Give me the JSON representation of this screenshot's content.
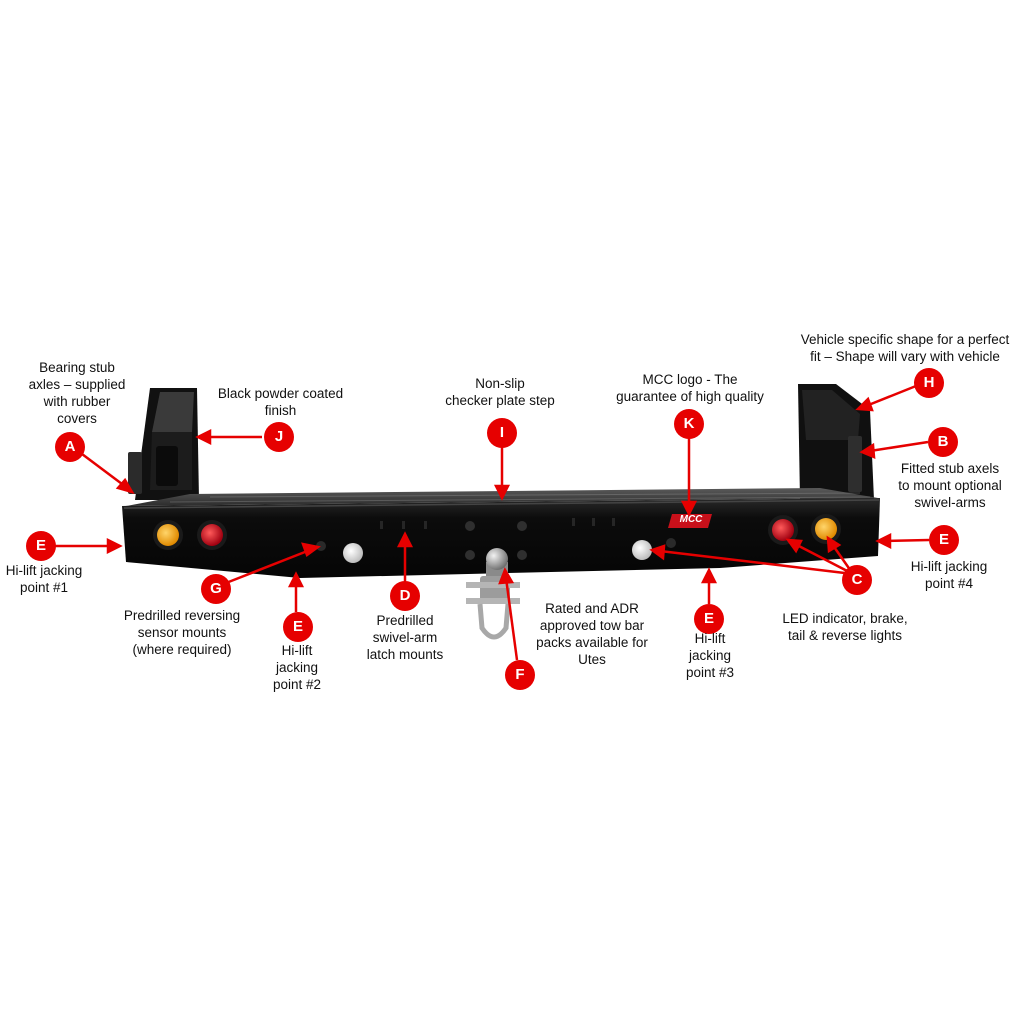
{
  "callouts": {
    "A": {
      "letter": "A",
      "text": "Bearing stub\naxles – supplied\nwith rubber\ncovers"
    },
    "J": {
      "letter": "J",
      "text": "Black powder coated\nfinish"
    },
    "I": {
      "letter": "I",
      "text": "Non-slip\nchecker plate step"
    },
    "K": {
      "letter": "K",
      "text": "MCC logo - The\nguarantee of high quality"
    },
    "H": {
      "letter": "H",
      "text": "Vehicle specific shape for a perfect\nfit – Shape will vary with vehicle"
    },
    "B": {
      "letter": "B",
      "text": "Fitted stub axels\nto mount optional\nswivel-arms"
    },
    "E1": {
      "letter": "E",
      "text": "Hi-lift jacking\npoint #1"
    },
    "E4": {
      "letter": "E",
      "text": "Hi-lift jacking\npoint #4"
    },
    "G": {
      "letter": "G",
      "text": "Predrilled reversing\nsensor mounts\n(where required)"
    },
    "E2": {
      "letter": "E",
      "text": "Hi-lift\njacking\npoint #2"
    },
    "D": {
      "letter": "D",
      "text": "Predrilled\nswivel-arm\nlatch mounts"
    },
    "F": {
      "letter": "F",
      "text": "Rated and ADR\napproved tow bar\npacks available for\nUtes"
    },
    "E3": {
      "letter": "E",
      "text": "Hi-lift\njacking\npoint #3"
    },
    "C": {
      "letter": "C",
      "text": "LED indicator, brake,\ntail & reverse lights"
    }
  },
  "logo_text": "MCC",
  "colors": {
    "badge": "#e60000",
    "arrow": "#e60000",
    "bumper": "#0d0d0d",
    "amber_light": "#f39c12",
    "red_light": "#c0141c",
    "reverse_light": "#e8e8e8"
  }
}
